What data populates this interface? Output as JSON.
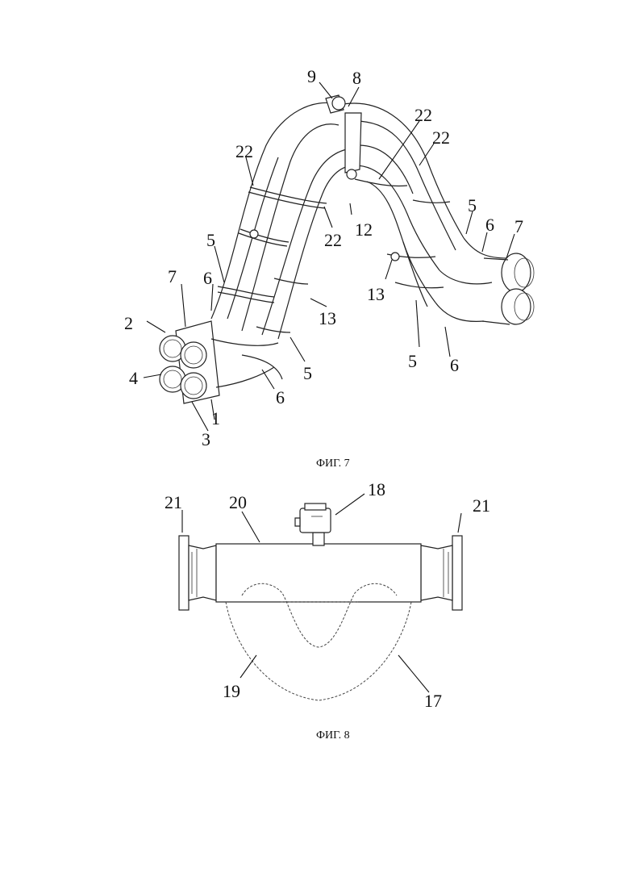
{
  "figures": [
    {
      "caption": "ФИГ. 7",
      "labels": {
        "l9": "9",
        "l8": "8",
        "l22a": "22",
        "l22b": "22",
        "l22c": "22",
        "l22d": "22",
        "l5a": "5",
        "l5b": "5",
        "l5c": "5",
        "l5d": "5",
        "l6a": "6",
        "l6b": "6",
        "l6c": "6",
        "l6d": "6",
        "l7a": "7",
        "l7b": "7",
        "l12": "12",
        "l13a": "13",
        "l13b": "13",
        "l2": "2",
        "l4": "4",
        "l1": "1",
        "l3": "3"
      }
    },
    {
      "caption": "ФИГ. 8",
      "labels": {
        "l21a": "21",
        "l20": "20",
        "l18": "18",
        "l21b": "21",
        "l19": "19",
        "l17": "17"
      }
    }
  ]
}
